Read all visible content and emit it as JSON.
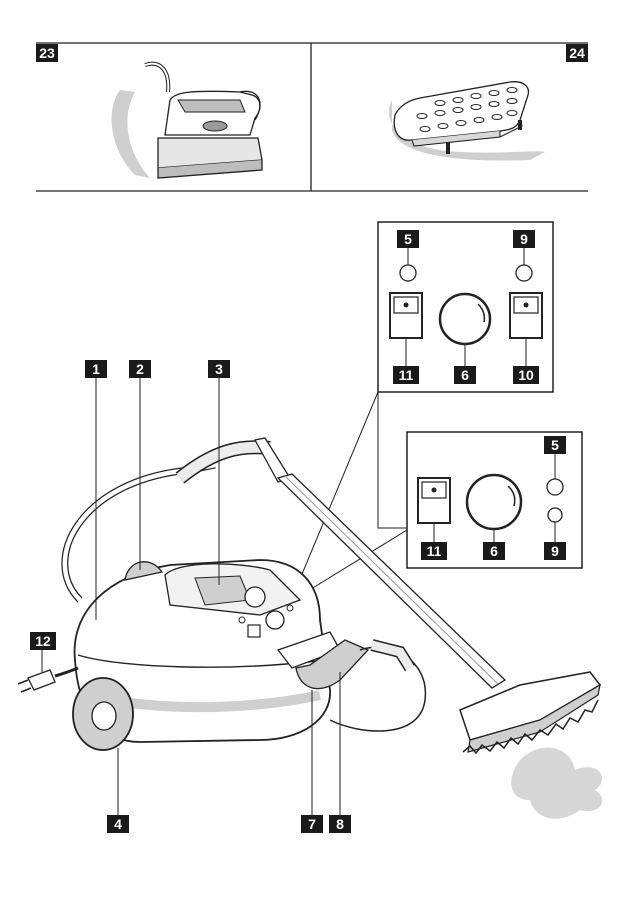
{
  "figures": {
    "top_left_number": "23",
    "top_right_number": "24"
  },
  "labels": {
    "housing": "1",
    "handle": "2",
    "control_area": "3",
    "wheel": "4",
    "lamp_top": "5",
    "dial_top": "6",
    "lamp_right_top": "9",
    "switch_left_top": "11",
    "switch_right_top": "10",
    "lamp_bottom": "5",
    "dial_bottom": "6",
    "lamp_right_bottom": "9",
    "switch_bottom": "11",
    "hose_connector": "7",
    "hose_grip": "8",
    "power_plug": "12"
  },
  "colors": {
    "label_bg": "#1a1a1a",
    "label_text": "#ffffff",
    "outline": "#222222",
    "shade": "#cfcfcf"
  }
}
